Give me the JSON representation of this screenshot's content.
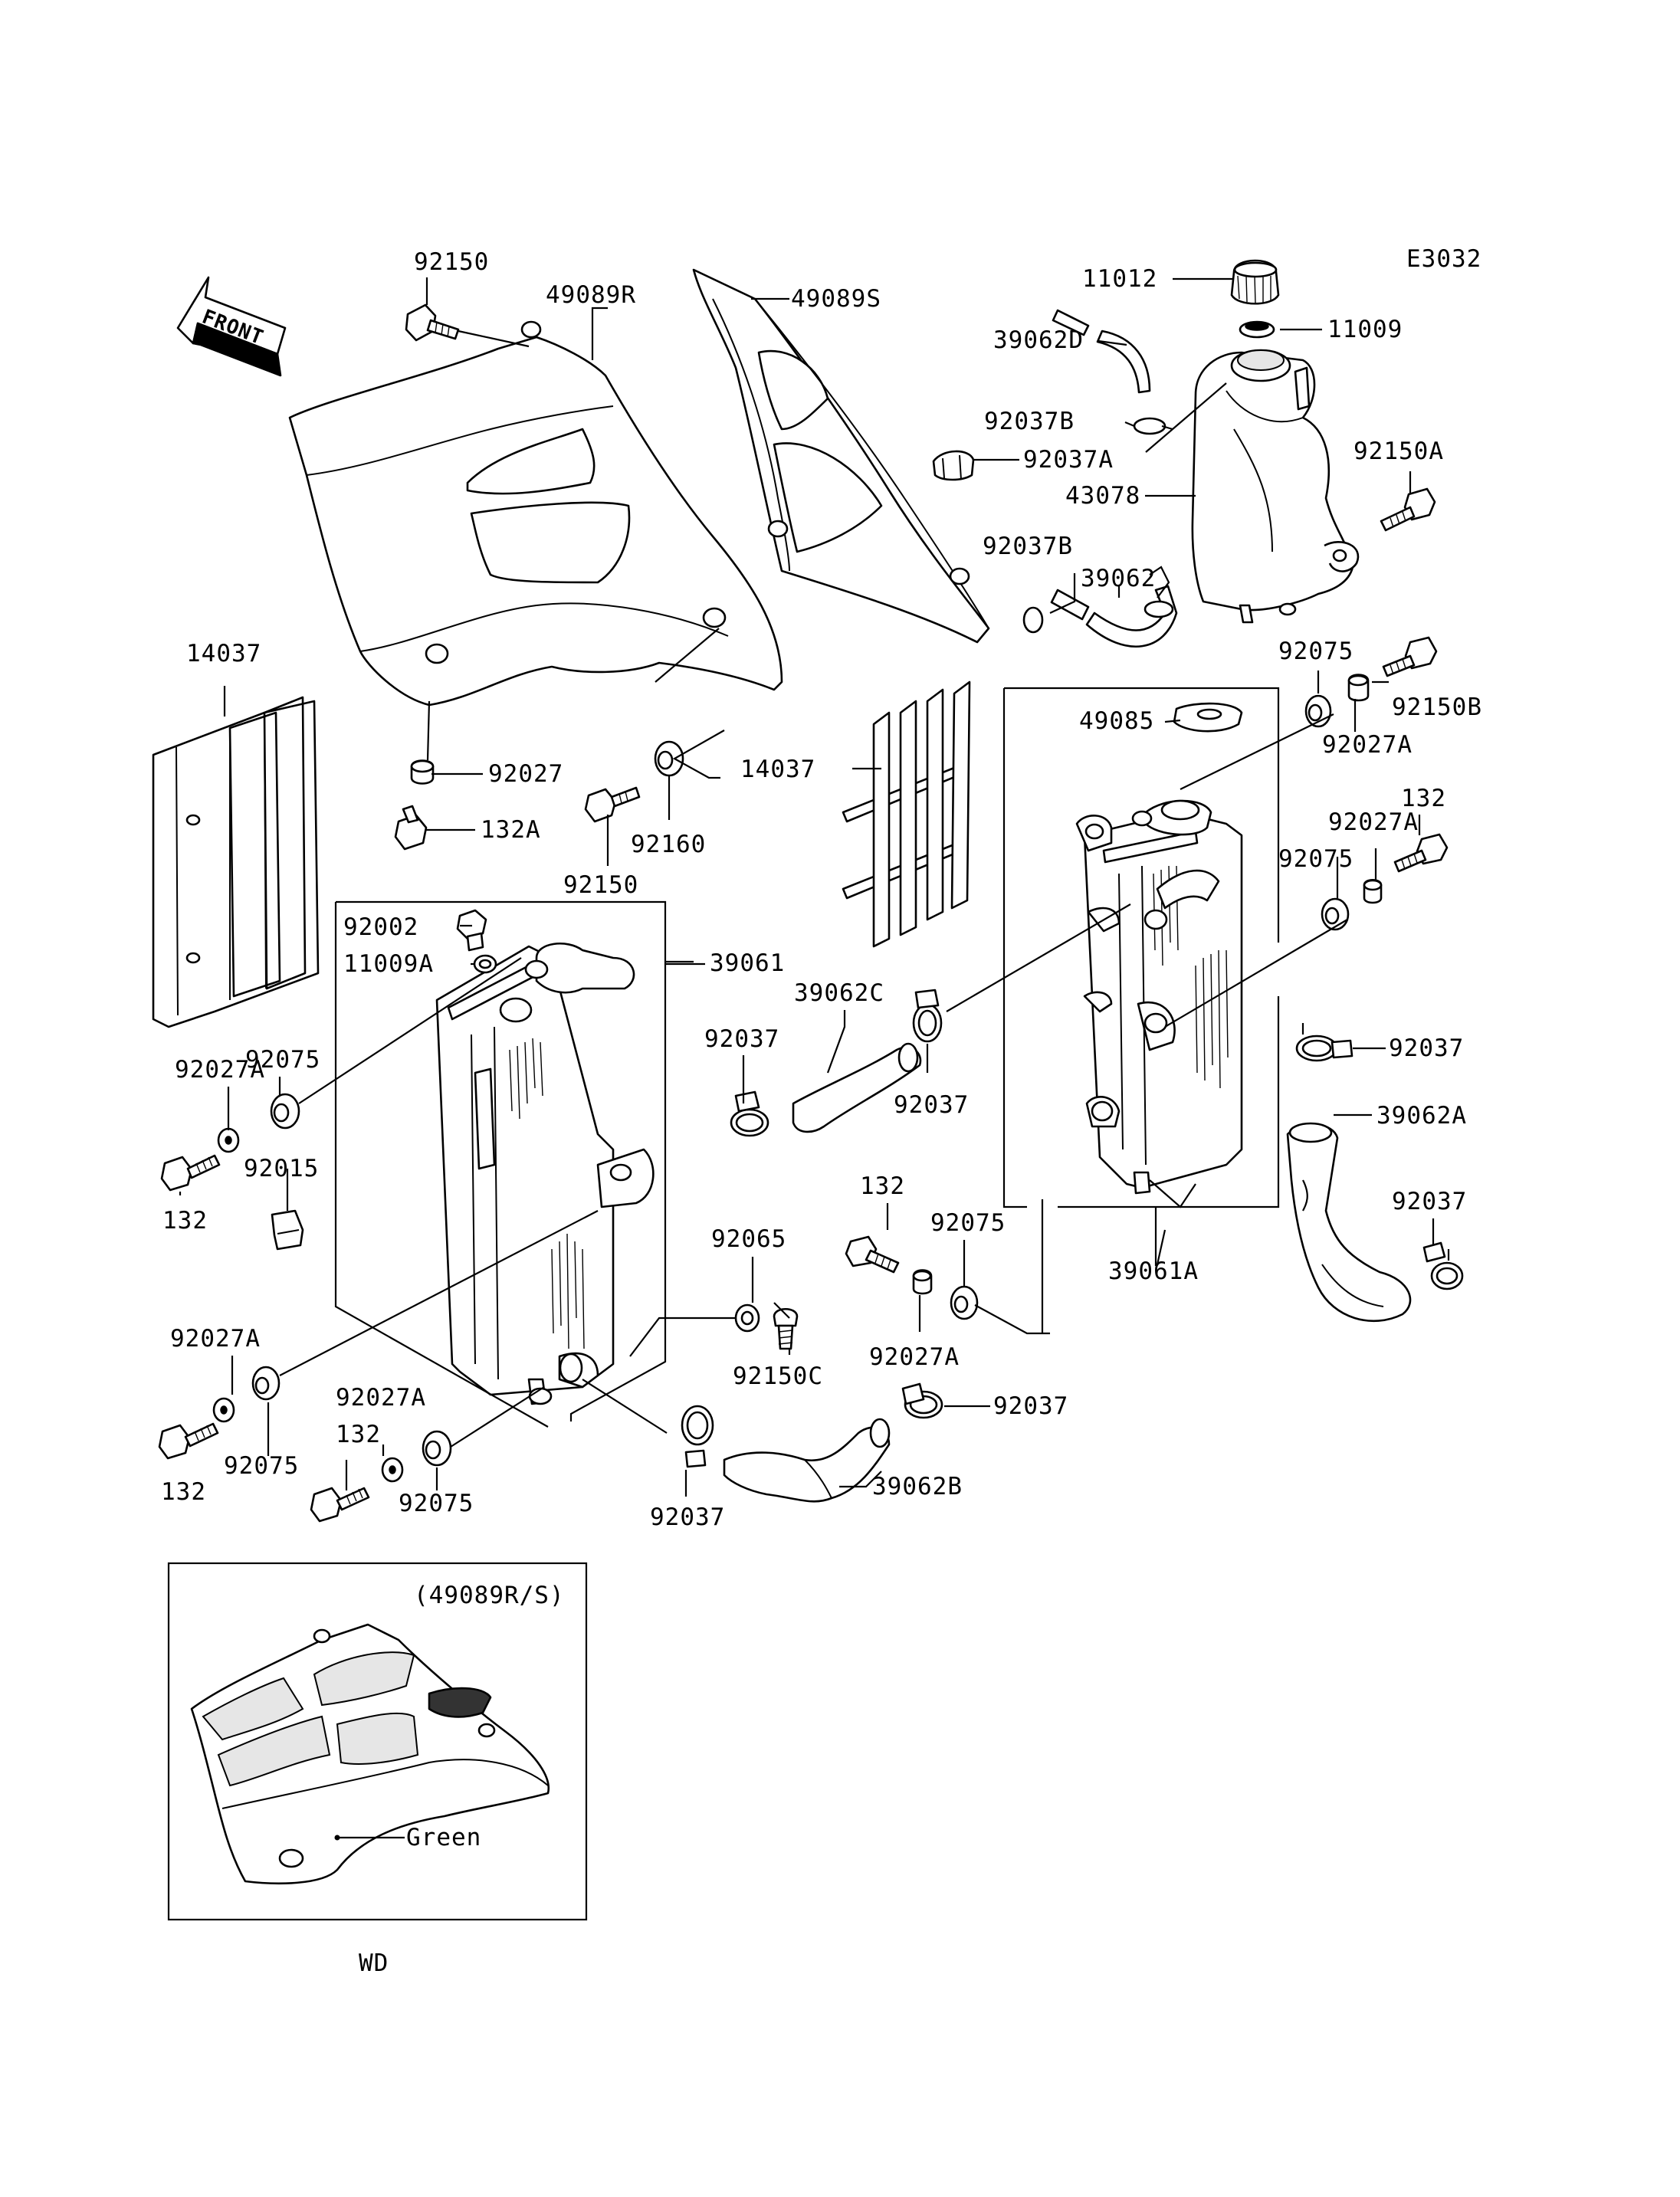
{
  "diagram_code": "E3032",
  "front_arrow": "FRONT",
  "callouts": [
    {
      "key": "c01",
      "text": "92150"
    },
    {
      "key": "c02",
      "text": "49089R"
    },
    {
      "key": "c03",
      "text": "49089S"
    },
    {
      "key": "c04",
      "text": "11012"
    },
    {
      "key": "c05",
      "text": "11009"
    },
    {
      "key": "c06",
      "text": "39062D"
    },
    {
      "key": "c07",
      "text": "92037B"
    },
    {
      "key": "c08",
      "text": "92037A"
    },
    {
      "key": "c09",
      "text": "43078"
    },
    {
      "key": "c10",
      "text": "92150A"
    },
    {
      "key": "c11",
      "text": "92037B"
    },
    {
      "key": "c12",
      "text": "39062"
    },
    {
      "key": "c13",
      "text": "14037"
    },
    {
      "key": "c14",
      "text": "92075"
    },
    {
      "key": "c15",
      "text": "92150B"
    },
    {
      "key": "c16",
      "text": "49085"
    },
    {
      "key": "c17",
      "text": "92027A"
    },
    {
      "key": "c18",
      "text": "92027"
    },
    {
      "key": "c19",
      "text": "14037"
    },
    {
      "key": "c20",
      "text": "132"
    },
    {
      "key": "c21",
      "text": "132A"
    },
    {
      "key": "c22",
      "text": "92160"
    },
    {
      "key": "c23",
      "text": "92027A"
    },
    {
      "key": "c24",
      "text": "92150"
    },
    {
      "key": "c25",
      "text": "92075"
    },
    {
      "key": "c26",
      "text": "92002"
    },
    {
      "key": "c27",
      "text": "11009A"
    },
    {
      "key": "c28",
      "text": "39061"
    },
    {
      "key": "c29",
      "text": "39062C"
    },
    {
      "key": "c30",
      "text": "92075"
    },
    {
      "key": "c31",
      "text": "92037"
    },
    {
      "key": "c32",
      "text": "92027A"
    },
    {
      "key": "c33",
      "text": "92037"
    },
    {
      "key": "c34",
      "text": "92037"
    },
    {
      "key": "c35",
      "text": "39062A"
    },
    {
      "key": "c36",
      "text": "92015"
    },
    {
      "key": "c37",
      "text": "132"
    },
    {
      "key": "c38",
      "text": "92037"
    },
    {
      "key": "c39",
      "text": "132"
    },
    {
      "key": "c40",
      "text": "92065"
    },
    {
      "key": "c41",
      "text": "92075"
    },
    {
      "key": "c42",
      "text": "39061A"
    },
    {
      "key": "c43",
      "text": "92027A"
    },
    {
      "key": "c44",
      "text": "92150C"
    },
    {
      "key": "c45",
      "text": "92027A"
    },
    {
      "key": "c46",
      "text": "92027A"
    },
    {
      "key": "c47",
      "text": "92037"
    },
    {
      "key": "c48",
      "text": "132"
    },
    {
      "key": "c49",
      "text": "92075"
    },
    {
      "key": "c50",
      "text": "132"
    },
    {
      "key": "c51",
      "text": "92075"
    },
    {
      "key": "c52",
      "text": "39062B"
    },
    {
      "key": "c53",
      "text": "92037"
    }
  ],
  "inset": {
    "title": "(49089R/S)",
    "color_label": "Green",
    "variant_label": "WD"
  }
}
